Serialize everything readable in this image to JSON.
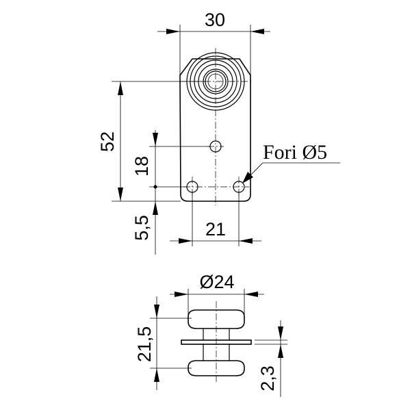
{
  "top_view": {
    "width": "30",
    "height": "52",
    "hole_height": "18",
    "bottom_offset": "5,5",
    "hole_spacing": "21",
    "holes_label": "Fori Ø5"
  },
  "side_view": {
    "diameter": "Ø24",
    "height": "21,5",
    "thickness": "2,3"
  }
}
